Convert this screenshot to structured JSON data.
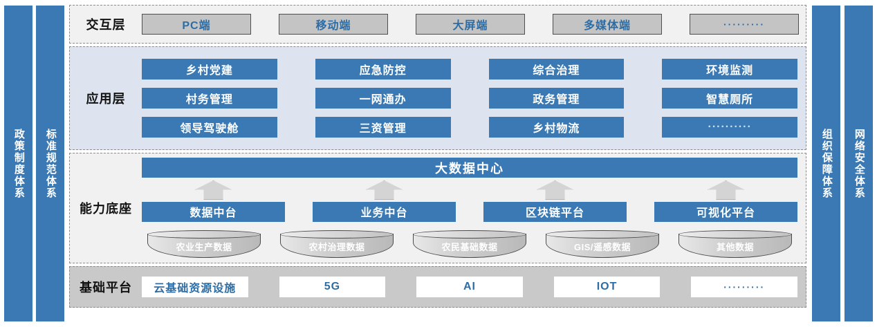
{
  "pillars": {
    "left": [
      {
        "name": "policy-system",
        "label": "政策制度体系"
      },
      {
        "name": "standard-system",
        "label": "标准规范体系"
      }
    ],
    "right": [
      {
        "name": "organization-system",
        "label": "组织保障体系"
      },
      {
        "name": "network-security-system",
        "label": "网络安全体系"
      }
    ]
  },
  "layers": {
    "interaction": {
      "label": "交互层",
      "items": [
        {
          "label": "PC端"
        },
        {
          "label": "移动端"
        },
        {
          "label": "大屏端"
        },
        {
          "label": "多媒体端"
        },
        {
          "label": "·········"
        }
      ]
    },
    "application": {
      "label": "应用层",
      "columns": [
        [
          "乡村党建",
          "村务管理",
          "领导驾驶舱"
        ],
        [
          "应急防控",
          "一网通办",
          "三资管理"
        ],
        [
          "综合治理",
          "政务管理",
          "乡村物流"
        ],
        [
          "环境监测",
          "智慧厕所",
          "··········"
        ]
      ],
      "items_flat": [
        "乡村党建",
        "应急防控",
        "综合治理",
        "环境监测",
        "村务管理",
        "一网通办",
        "政务管理",
        "智慧厕所",
        "领导驾驶舱",
        "三资管理",
        "乡村物流",
        "··········"
      ]
    },
    "capability": {
      "label": "能力底座",
      "hub": "大数据中心",
      "platforms": [
        "数据中台",
        "业务中台",
        "区块链平台",
        "可视化平台"
      ],
      "data_stores": [
        "农业生产数据",
        "农村治理数据",
        "农民基础数据",
        "GIS/遥感数据",
        "其他数据"
      ]
    },
    "foundation": {
      "label": "基础平台",
      "items": [
        "云基础资源设施",
        "5G",
        "AI",
        "IOT",
        "·········"
      ]
    }
  },
  "colors": {
    "brand_blue": "#3a79b3",
    "text_blue": "#2e6da4",
    "app_band_bg": "#dde4f0",
    "neutral_band_bg": "#f1f1f1",
    "foundation_band_bg": "#c9c9c9",
    "terminal_box_bg": "#c4c4c4",
    "arrow_gray": "#d4d4d4"
  }
}
